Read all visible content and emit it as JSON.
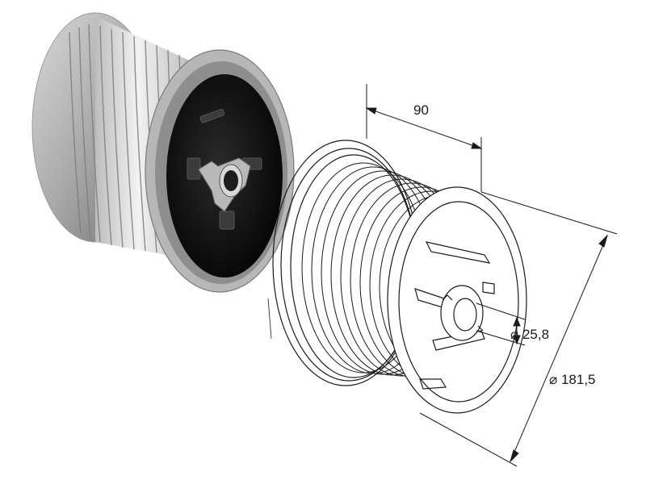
{
  "dimensions": {
    "width_label": "90",
    "bore_label": "⌀ 25,8",
    "outer_label": "⌀ 181,5"
  },
  "colors": {
    "line": "#1a1a1a",
    "metal_light": "#dcdcdc",
    "metal_dark": "#8a8a8a",
    "cavity": "#111111"
  }
}
